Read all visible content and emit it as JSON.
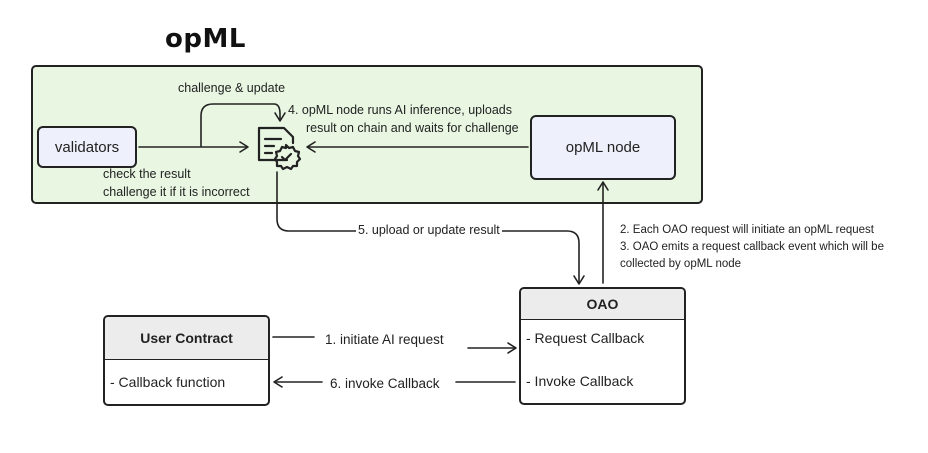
{
  "title": "opML",
  "nodes": {
    "validators": "validators",
    "opml_node": "opML node"
  },
  "oao": {
    "name": "OAO",
    "items": [
      "- Request Callback",
      "- Invoke Callback"
    ]
  },
  "user_contract": {
    "name": "User Contract",
    "items": [
      "- Callback function"
    ]
  },
  "labels": {
    "challenge_update": "challenge & update",
    "step4_line1": "4. opML node  runs AI inference, uploads",
    "step4_line2": "result on chain and waits for challenge",
    "check_line1": "check the result",
    "check_line2": "challenge it if it is incorrect",
    "step5": "5. upload or update result",
    "step2": "2. Each OAO request will initiate an opML request",
    "step3_line1": "3. OAO emits a request callback event which will be",
    "step3_line2": "collected by opML node",
    "step1": "1. initiate AI request",
    "step6": "6. invoke Callback"
  },
  "icons": {
    "center": "verified-document-icon"
  },
  "colors": {
    "region_fill": "#e8f6e2",
    "node_fill": "#eef1fb",
    "class_header_fill": "#ececec",
    "stroke": "#222222"
  }
}
